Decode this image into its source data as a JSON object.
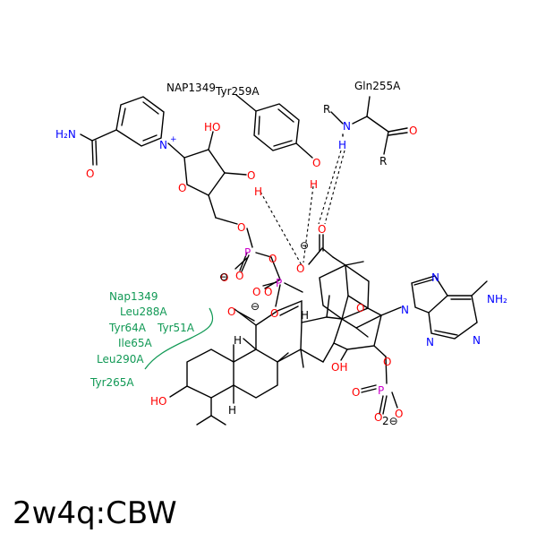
{
  "caption": "2w4q:CBW",
  "colors": {
    "carbon": "#000000",
    "oxygen": "#ff0000",
    "nitrogen": "#0000ff",
    "phosphorus": "#cc00cc",
    "residue": "#119955",
    "background": "#ffffff"
  },
  "residues": {
    "nap_top": "NAP1349",
    "tyr259": "Tyr259A",
    "gln255": "Gln255A",
    "nap_arc": "Nap1349",
    "leu288": "Leu288A",
    "tyr64": "Tyr64A",
    "tyr51": "Tyr51A",
    "ile65": "Ile65A",
    "leu290": "Leu290A",
    "tyr265": "Tyr265A"
  },
  "atoms": {
    "amide_n": "H₂N",
    "amide_o": "O",
    "nicotin_n": "N",
    "nicotin_plus": "+",
    "ribose_ho": "HO",
    "ribose_o_ring": "O",
    "ribose_o2": "O",
    "ribose_h2": "H",
    "link_o": "O",
    "p1": "P",
    "p1_o_eq": "O",
    "p1_o_minus": "O",
    "p1_charge": "⊖",
    "bridge_o": "O",
    "p2": "P",
    "p2_o_eq": "O",
    "p2_o_minus": "O",
    "p2_charge": "⊖",
    "p2_o_down": "O",
    "tyr_o": "O",
    "tyr_h": "H",
    "gln_r1": "R",
    "gln_n": "N",
    "gln_h": "H",
    "gln_o": "O",
    "gln_r2": "R",
    "carboxyl_o1": "O",
    "carboxyl_charge": "⊖",
    "carboxyl_o2": "O",
    "ketone_o": "O",
    "steroid_h1": "H",
    "steroid_h2": "H",
    "steroid_h3": "H",
    "steroid_oh": "OH",
    "steroid_ho": "HO",
    "furan_o": "O",
    "adenine_n9": "N",
    "adenine_n7": "N",
    "adenine_n3": "N",
    "adenine_n1": "N",
    "adenine_nh2": "NH₂",
    "phosphate_o_link": "O",
    "phosphate_p": "P",
    "phosphate_o1": "O",
    "phosphate_o2": "O",
    "phosphate_o3": "O",
    "phosphate_charge": "2⊖"
  }
}
